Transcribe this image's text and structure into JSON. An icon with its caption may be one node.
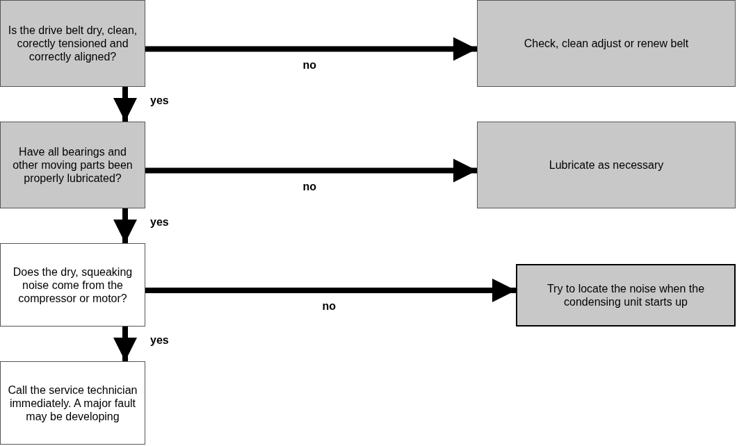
{
  "diagram": {
    "nodes": [
      {
        "text": [
          "Is the drive belt dry, clean, corectly tensioned and correctly aligned?"
        ]
      },
      {
        "text": [
          "Check, clean adjust or renew belt"
        ]
      },
      {
        "text": [
          "Have all bearings and other moving parts been properly lubricated?"
        ]
      },
      {
        "text": [
          "Lubricate as necessary"
        ]
      },
      {
        "text": [
          "Does the dry, squeaking noise come from the compressor or motor?"
        ]
      },
      {
        "text": [
          "Try to locate the noise when the condensing unit starts up"
        ]
      },
      {
        "text": [
          "Call the service technician immediately. A major fault may be developing"
        ]
      }
    ],
    "edges": [
      {
        "from": 0,
        "to": 1,
        "arrow": "to",
        "label": "no"
      },
      {
        "from": 0,
        "to": 2,
        "arrow": "to",
        "label": "yes"
      },
      {
        "from": 2,
        "to": 3,
        "arrow": "to",
        "label": "no"
      },
      {
        "from": 2,
        "to": 4,
        "arrow": "to",
        "label": "yes"
      },
      {
        "from": 4,
        "to": 5,
        "arrow": "to",
        "label": "no"
      },
      {
        "from": 4,
        "to": 6,
        "arrow": "to",
        "label": "yes"
      }
    ]
  }
}
